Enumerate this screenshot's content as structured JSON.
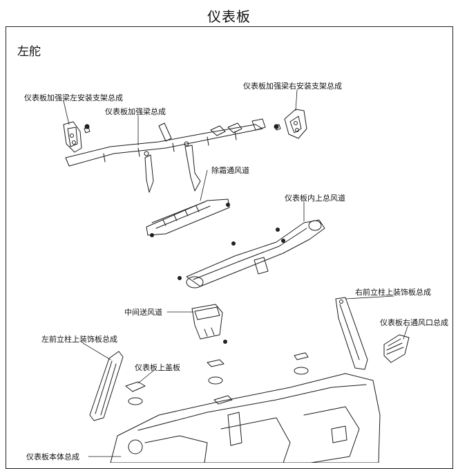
{
  "page": {
    "title": "仪表板",
    "section": "左舵"
  },
  "callouts": {
    "left_bracket": "仪表板加强梁左安装支架总成",
    "right_bracket": "仪表板加强梁右安装支架总成",
    "beam": "仪表板加强梁总成",
    "defrost_duct": "除霜通风道",
    "upper_duct": "仪表板内上总风道",
    "right_pillar_trim": "右前立柱上装饰板总成",
    "right_vent": "仪表板右通风口总成",
    "center_duct": "中间送风道",
    "left_pillar_trim": "左前立柱上装饰板总成",
    "upper_cover": "仪表板上盖板",
    "panel_body": "仪表板本体总成"
  }
}
